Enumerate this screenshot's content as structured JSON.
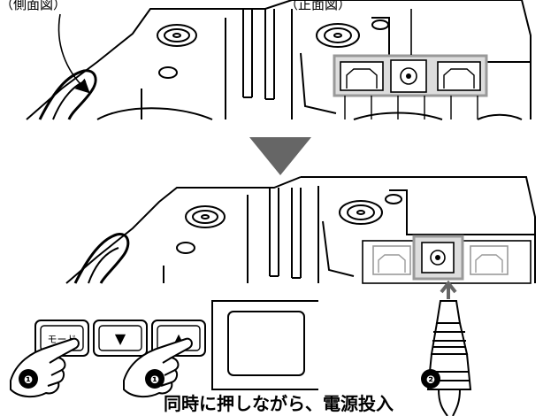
{
  "labels": {
    "left_callout": "（側面図）",
    "right_callout": "（正面図）",
    "caption": "同時に押しながら、電源投入"
  },
  "keys": [
    {
      "label": "モード"
    },
    {
      "label": "▼"
    },
    {
      "label": "▲"
    }
  ],
  "steps": {
    "press": "❶",
    "connect": "❷"
  },
  "colors": {
    "outline": "#000000",
    "highlight": "#999999",
    "arrow": "#666666"
  }
}
